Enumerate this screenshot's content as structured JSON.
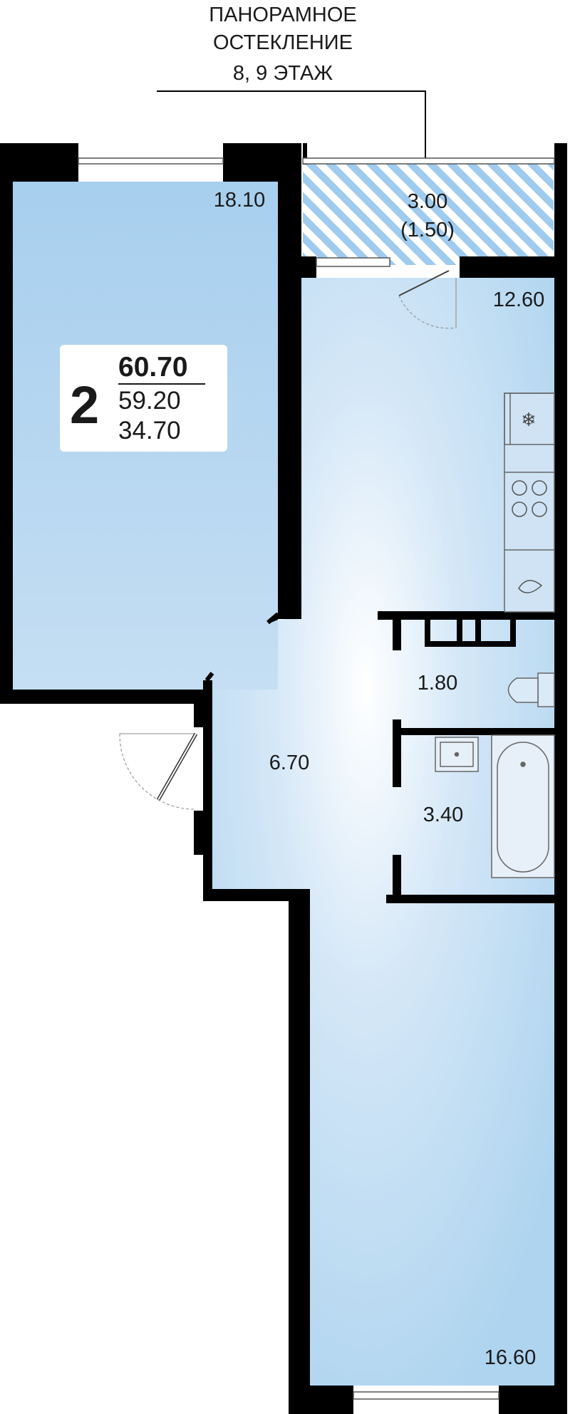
{
  "glazing_note": {
    "line1": "ПАНОРАМНОЕ",
    "line2": "ОСТЕКЛЕНИЕ",
    "line3": "8, 9 ЭТАЖ"
  },
  "apartment_card": {
    "rooms": "2",
    "total_area": "60.70",
    "area_without_balcony": "59.20",
    "living_area": "34.70"
  },
  "rooms": {
    "room_left": "18.10",
    "balcony": "3.00",
    "balcony_reduced": "(1.50)",
    "kitchen": "12.60",
    "toilet": "1.80",
    "hallway": "6.70",
    "bathroom": "3.40",
    "room_bottom": "16.60"
  },
  "colors": {
    "room_fill": "#aed4ef",
    "wall": "#000000",
    "hatch": "#9ecbee"
  }
}
